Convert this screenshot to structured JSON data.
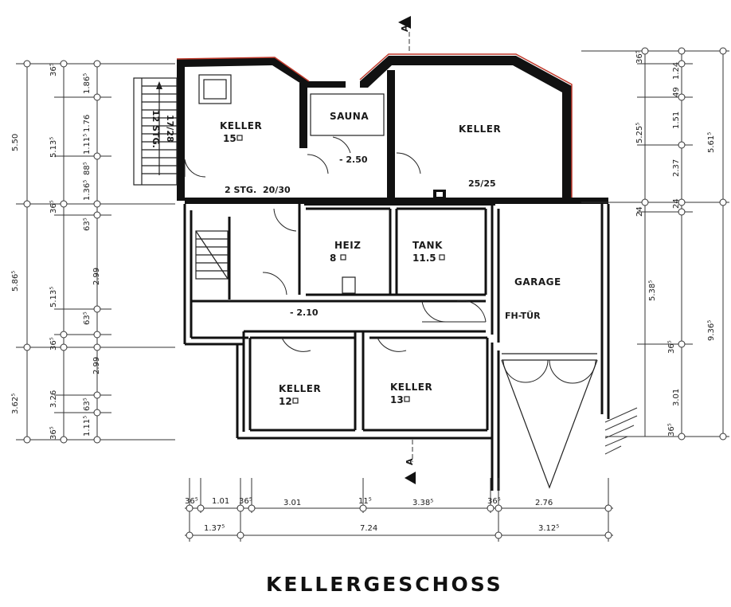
{
  "title": "KELLERGESCHOSS",
  "section_marker": "A",
  "rooms": {
    "keller_15": {
      "label": "KELLER",
      "number": "15",
      "unit": "m²"
    },
    "sauna": {
      "label": "SAUNA"
    },
    "keller_main": {
      "label": "KELLER"
    },
    "heiz": {
      "label": "HEIZ",
      "number": "8"
    },
    "tank": {
      "label": "TANK",
      "number": "11.5"
    },
    "garage": {
      "label": "GARAGE"
    },
    "keller_12": {
      "label": "KELLER",
      "number": "12"
    },
    "keller_13": {
      "label": "KELLER",
      "number": "13"
    }
  },
  "notes": {
    "stairs_outer": "12 STG.",
    "stairs_outer_ratio": "17/28",
    "stairs_inner": "2 STG.",
    "stairs_inner_ratio": "20/30",
    "level_sauna": "- 2.50",
    "level_hall": "- 2.10",
    "chimney": "25/25",
    "door_fh": "FH-TÜR"
  },
  "dimensions": {
    "left_outer": [
      "5.50",
      "5.86⁵",
      "3.62⁵"
    ],
    "left_mid": [
      "5.13⁵",
      "5.13⁵",
      "3.26"
    ],
    "left_inner": [
      "1.86⁵",
      "1.76",
      "1.11⁵",
      "88⁵",
      "1.36⁵",
      "36⁵",
      "63⁵",
      "2.99",
      "63⁵",
      "2.99",
      "63⁵",
      "1.11⁵",
      "36⁵"
    ],
    "left_small": [
      "36⁵",
      "36⁵",
      "36⁵"
    ],
    "right_inner": [
      "1.24",
      "49",
      "1.51",
      "2.37",
      "24",
      "36⁵",
      "3.01",
      "36⁵"
    ],
    "right_mid": [
      "5.25⁵",
      "5.38⁵"
    ],
    "right_outer": [
      "5.61⁵",
      "9.36⁵"
    ],
    "right_small": [
      "36⁵",
      "24"
    ],
    "bottom_row1": [
      "36⁵",
      "1.01",
      "36⁵",
      "3.01",
      "11⁵",
      "3.38⁵",
      "36⁵",
      "2.76"
    ],
    "bottom_row2": [
      "1.37⁵",
      "7.24",
      "3.12⁵"
    ]
  }
}
